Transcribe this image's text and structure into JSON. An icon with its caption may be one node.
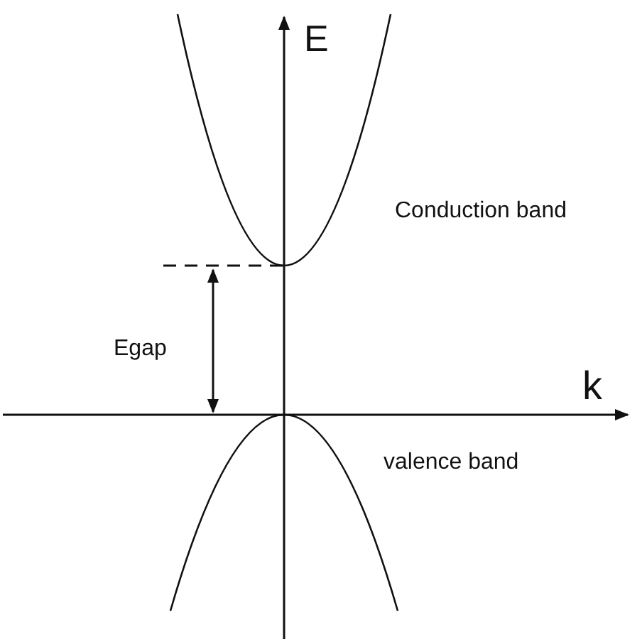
{
  "diagram": {
    "labels": [
      "E",
      "Conduction band",
      "Egap",
      "k",
      "valence band"
    ]
  }
}
